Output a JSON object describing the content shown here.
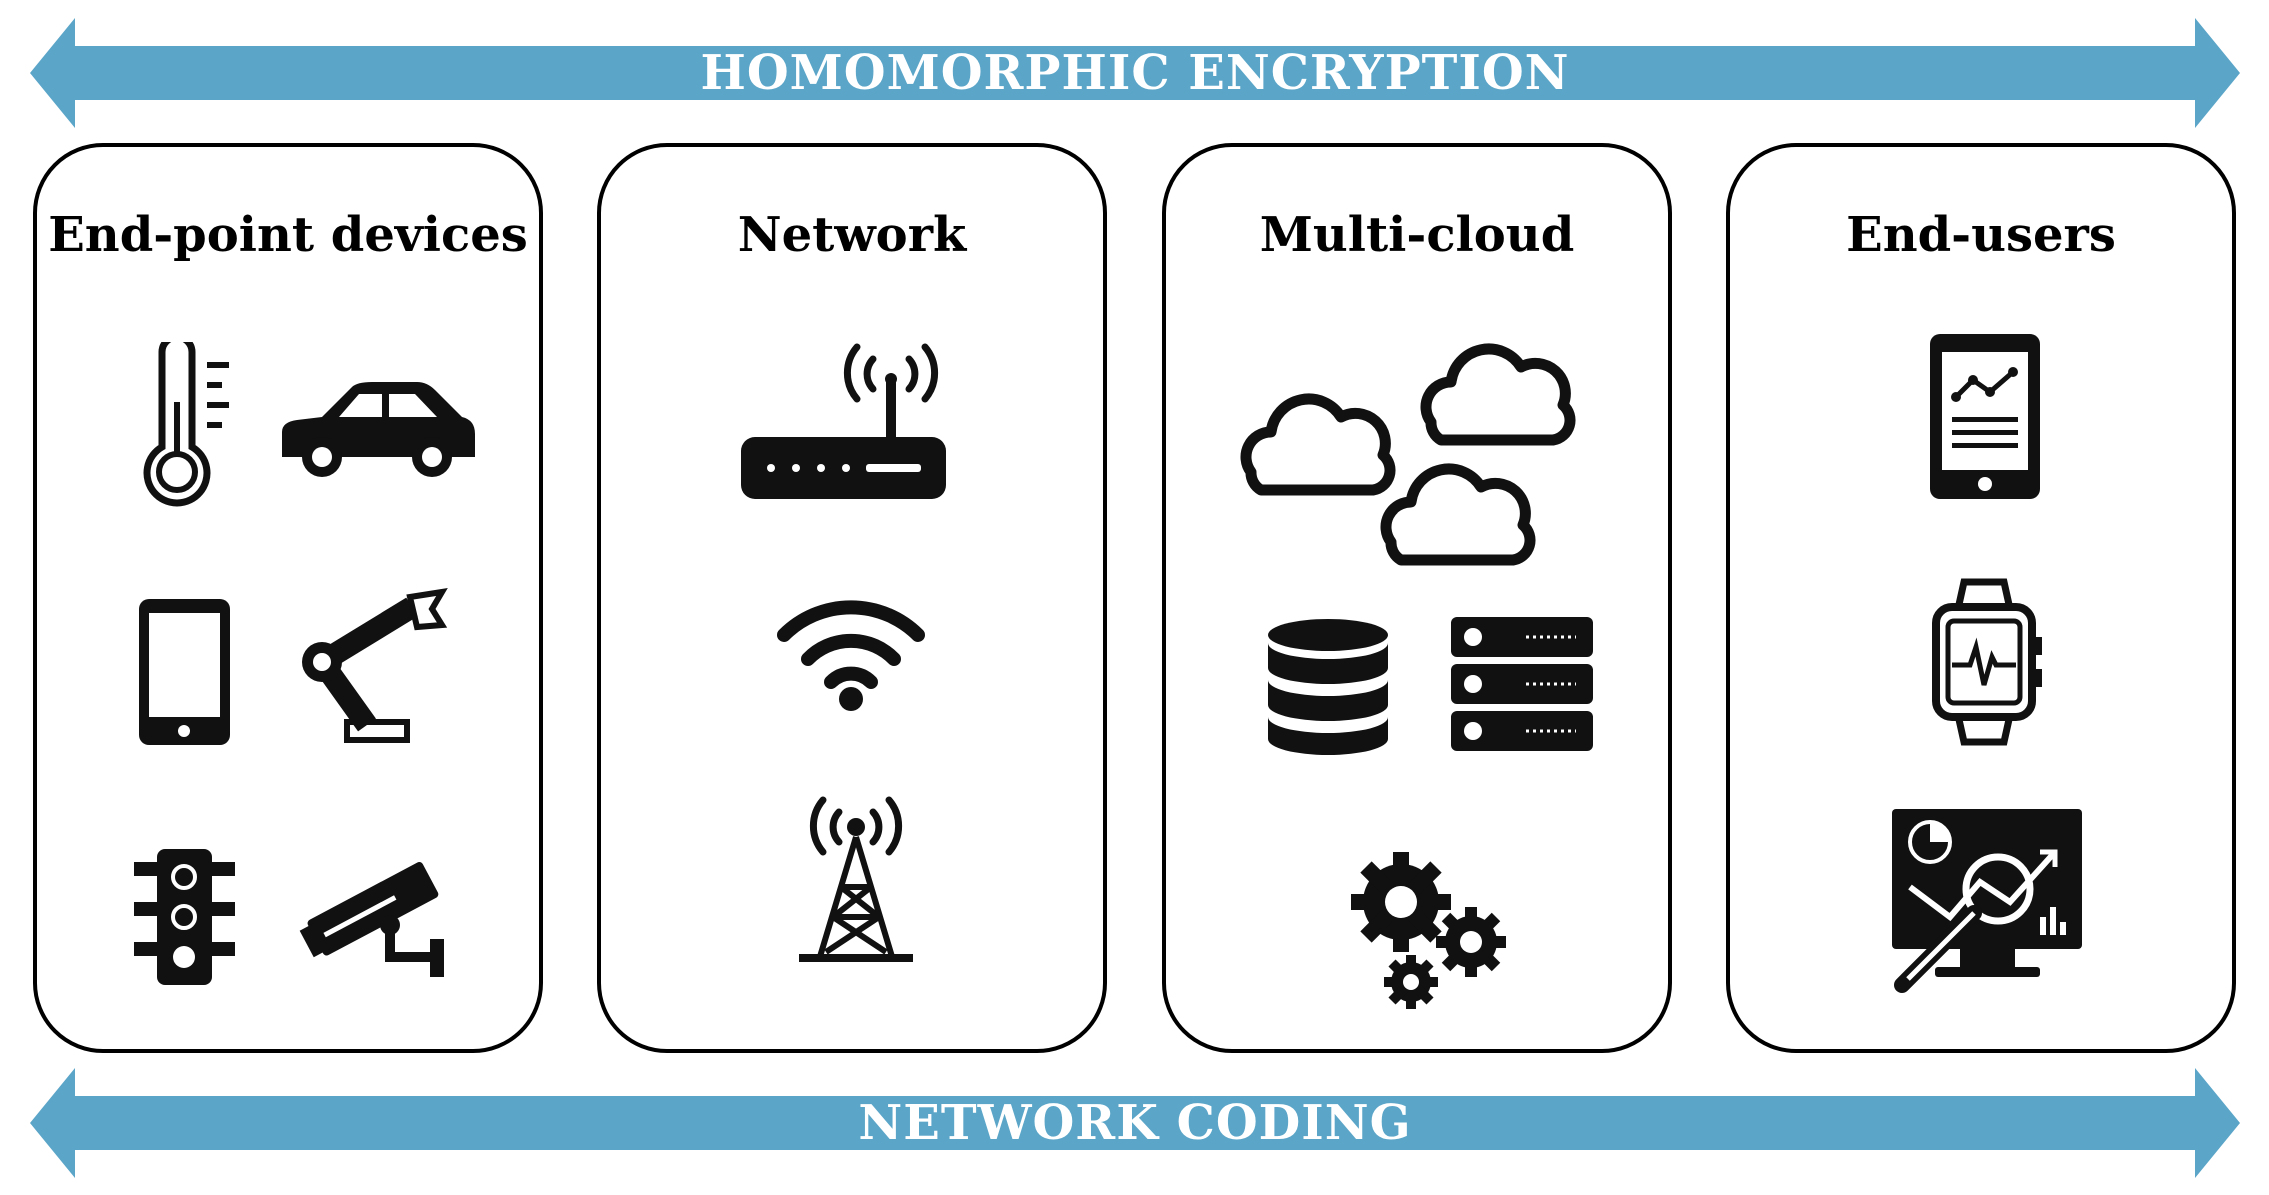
{
  "colors": {
    "arrow": "#5aa5c8",
    "ink": "#111111",
    "background": "#ffffff"
  },
  "top_arrow": {
    "label": "HOMOMORPHIC ENCRYPTION"
  },
  "bottom_arrow": {
    "label": "NETWORK CODING"
  },
  "panels": [
    {
      "title": "End-point devices",
      "icons": [
        "thermometer-icon",
        "car-icon",
        "smartphone-icon",
        "robot-arm-icon",
        "traffic-light-icon",
        "security-camera-icon"
      ]
    },
    {
      "title": "Network",
      "icons": [
        "router-icon",
        "wifi-icon",
        "cell-tower-icon"
      ]
    },
    {
      "title": "Multi-cloud",
      "icons": [
        "clouds-icon",
        "database-icon",
        "server-rack-icon",
        "gears-icon"
      ]
    },
    {
      "title": "End-users",
      "icons": [
        "tablet-chart-icon",
        "smartwatch-icon",
        "monitor-analytics-icon"
      ]
    }
  ]
}
